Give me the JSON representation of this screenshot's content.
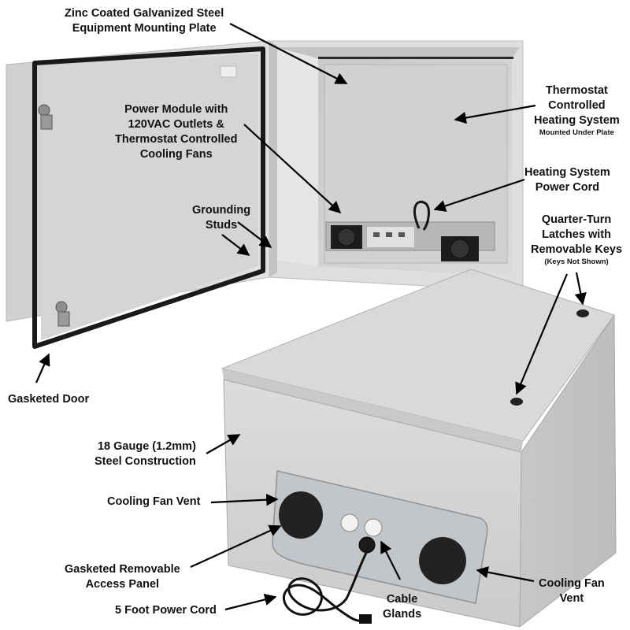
{
  "labels": {
    "mounting_plate": [
      "Zinc Coated Galvanized Steel",
      "Equipment Mounting Plate"
    ],
    "power_module": [
      "Power Module with",
      "120VAC Outlets &",
      "Thermostat Controlled",
      "Cooling Fans"
    ],
    "thermostat_heating": [
      "Thermostat",
      "Controlled",
      "Heating System"
    ],
    "thermostat_heating_note": "Mounted Under Plate",
    "heating_power_cord": [
      "Heating System",
      "Power Cord"
    ],
    "grounding_studs": [
      "Grounding",
      "Studs"
    ],
    "latches": [
      "Quarter-Turn",
      "Latches with",
      "Removable Keys"
    ],
    "latches_note": "(Keys Not Shown)",
    "gasketed_door": "Gasketed Door",
    "steel_construction": [
      "18 Gauge (1.2mm)",
      "Steel Construction"
    ],
    "cooling_fan_vent_left": "Cooling Fan Vent",
    "access_panel": [
      "Gasketed Removable",
      "Access Panel"
    ],
    "power_cord": "5 Foot Power Cord",
    "cable_glands": [
      "Cable",
      "Glands"
    ],
    "cooling_fan_vent_right": [
      "Cooling Fan",
      "Vent"
    ]
  },
  "colors": {
    "enclosure": "#d6d6d6",
    "enclosure_shadow": "#b9b9b9",
    "gasket": "#1a1a1a",
    "panel": "#c7c9cb",
    "arrow": "#000000"
  }
}
